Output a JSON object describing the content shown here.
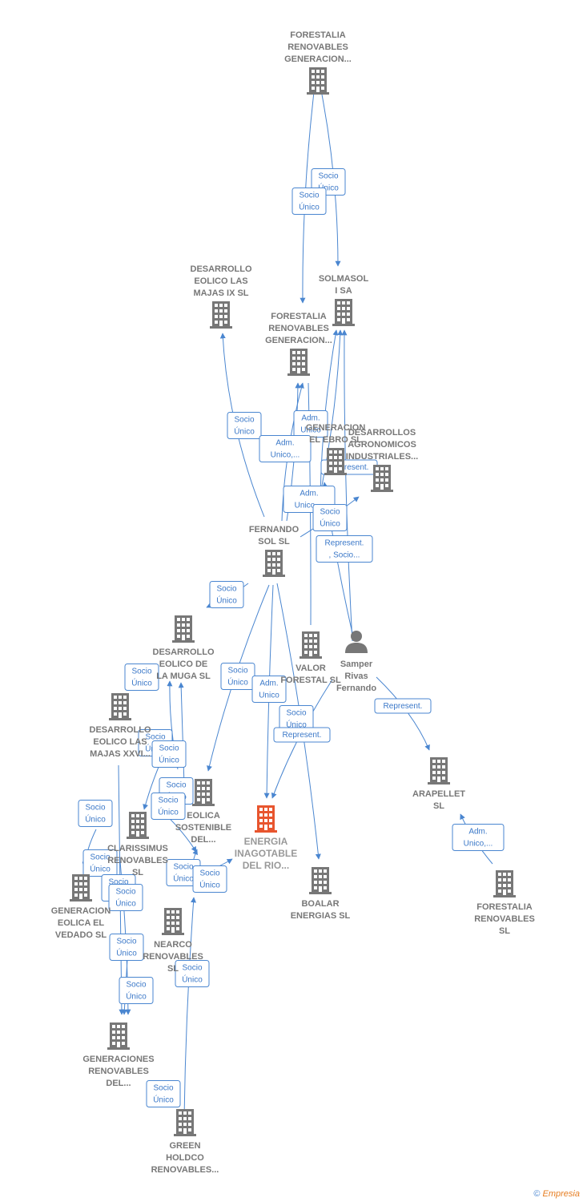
{
  "colors": {
    "edge": "#4a86d0",
    "building": "#777777",
    "focus_building": "#e8552e",
    "person": "#777777"
  },
  "footer": {
    "copyright": "©",
    "brand": "Empresia"
  },
  "nodes": [
    {
      "id": "n1",
      "type": "company",
      "label": [
        "FORESTALIA",
        "RENOVABLES",
        "GENERACION..."
      ]
    },
    {
      "id": "n2",
      "type": "company",
      "label": [
        "SOLMASOL",
        "I SA"
      ]
    },
    {
      "id": "n3",
      "type": "company",
      "label": [
        "FORESTALIA",
        "RENOVABLES",
        "GENERACION..."
      ]
    },
    {
      "id": "n4",
      "type": "company",
      "label": [
        "DESARROLLO",
        "EOLICO LAS",
        "MAJAS IX  SL"
      ]
    },
    {
      "id": "n5",
      "type": "company",
      "label": [
        "GENERACION",
        "EL EBRO SL"
      ]
    },
    {
      "id": "n6",
      "type": "company",
      "label": [
        "DESARROLLOS",
        "AGRONOMICOS",
        "INDUSTRIALES..."
      ]
    },
    {
      "id": "n7",
      "type": "company",
      "label": [
        "FERNANDO",
        "SOL SL"
      ]
    },
    {
      "id": "n8",
      "type": "company",
      "label": [
        "VALOR",
        "FORESTAL SL"
      ]
    },
    {
      "id": "n9",
      "type": "person",
      "label": [
        "Samper",
        "Rivas",
        "Fernando"
      ]
    },
    {
      "id": "n10",
      "type": "company",
      "label": [
        "DESARROLLO",
        "EOLICO DE",
        "LA MUGA SL"
      ]
    },
    {
      "id": "n11",
      "type": "company",
      "label": [
        "DESARROLLO",
        "EOLICO LAS",
        "MAJAS XXVI..."
      ]
    },
    {
      "id": "n12",
      "type": "company",
      "label": [
        "ARAPELLET",
        "SL"
      ]
    },
    {
      "id": "n13",
      "type": "company",
      "label": [
        "EOLICA",
        "SOSTENIBLE",
        "DEL..."
      ]
    },
    {
      "id": "n14",
      "type": "focus",
      "label": [
        "ENERGIA",
        "INAGOTABLE",
        "DEL RIO..."
      ]
    },
    {
      "id": "n15",
      "type": "company",
      "label": [
        "CLARISSIMUS",
        "RENOVABLES",
        "SL"
      ]
    },
    {
      "id": "n16",
      "type": "company",
      "label": [
        "GENERACION",
        "EOLICA EL",
        "VEDADO SL"
      ]
    },
    {
      "id": "n17",
      "type": "company",
      "label": [
        "BOALAR",
        "ENERGIAS  SL"
      ]
    },
    {
      "id": "n18",
      "type": "company",
      "label": [
        "FORESTALIA",
        "RENOVABLES",
        "SL"
      ]
    },
    {
      "id": "n19",
      "type": "company",
      "label": [
        "NEARCO",
        "RENOVABLES",
        "SL"
      ]
    },
    {
      "id": "n20",
      "type": "company",
      "label": [
        "GENERACIONES",
        "RENOVABLES",
        "DEL..."
      ]
    },
    {
      "id": "n21",
      "type": "company",
      "label": [
        "GREEN",
        "HOLDCO",
        "RENOVABLES..."
      ]
    }
  ],
  "edge_labels": [
    {
      "id": "e1",
      "lines": [
        "Socio",
        "Único"
      ]
    },
    {
      "id": "e2",
      "lines": [
        "Socio",
        "Único"
      ]
    },
    {
      "id": "e3",
      "lines": [
        "Socio",
        "Único"
      ]
    },
    {
      "id": "e4",
      "lines": [
        "Adm.",
        "Unico"
      ]
    },
    {
      "id": "e5",
      "lines": [
        "Adm.",
        "Unico,..."
      ]
    },
    {
      "id": "e6",
      "lines": [
        "Represent."
      ]
    },
    {
      "id": "e7",
      "lines": [
        "Adm.",
        "Unico,..."
      ]
    },
    {
      "id": "e8",
      "lines": [
        "Socio",
        "Único"
      ]
    },
    {
      "id": "e9",
      "lines": [
        "Represent.",
        ", Socio..."
      ]
    },
    {
      "id": "e10",
      "lines": [
        "Socio",
        "Único"
      ]
    },
    {
      "id": "e11",
      "lines": [
        "Socio",
        "Único"
      ]
    },
    {
      "id": "e12",
      "lines": [
        "Socio",
        "Único"
      ]
    },
    {
      "id": "e13",
      "lines": [
        "Adm.",
        "Unico"
      ]
    },
    {
      "id": "e14",
      "lines": [
        "Socio",
        "Único"
      ]
    },
    {
      "id": "e15",
      "lines": [
        "Represent."
      ]
    },
    {
      "id": "e16",
      "lines": [
        "Represent."
      ]
    },
    {
      "id": "e17",
      "lines": [
        "Socio",
        "Único"
      ]
    },
    {
      "id": "e18",
      "lines": [
        "Socio",
        "Único"
      ]
    },
    {
      "id": "e19",
      "lines": [
        "Socio",
        "Único"
      ]
    },
    {
      "id": "e20",
      "lines": [
        "Socio",
        "Único"
      ]
    },
    {
      "id": "e21",
      "lines": [
        "Socio",
        "Único"
      ]
    },
    {
      "id": "e22",
      "lines": [
        "Adm.",
        "Unico,..."
      ]
    },
    {
      "id": "e23",
      "lines": [
        "Socio",
        "Único"
      ]
    },
    {
      "id": "e24",
      "lines": [
        "Socio",
        "Único"
      ]
    },
    {
      "id": "e25",
      "lines": [
        "Socio",
        "Único"
      ]
    },
    {
      "id": "e26",
      "lines": [
        "Socio",
        "Único"
      ]
    },
    {
      "id": "e27",
      "lines": [
        "Socio",
        "Único"
      ]
    },
    {
      "id": "e28",
      "lines": [
        "Socio",
        "Único"
      ]
    },
    {
      "id": "e29",
      "lines": [
        "Socio",
        "Único"
      ]
    },
    {
      "id": "e30",
      "lines": [
        "Socio",
        "Único"
      ]
    },
    {
      "id": "e31",
      "lines": [
        "Socio",
        "Único"
      ]
    }
  ]
}
